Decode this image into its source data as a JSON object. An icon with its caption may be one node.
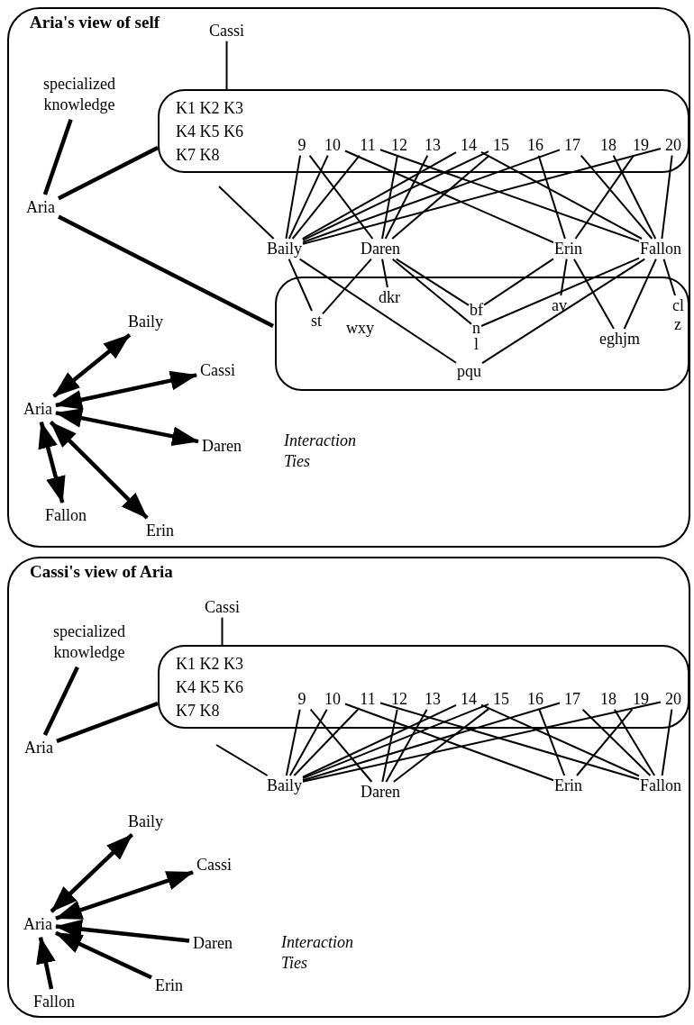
{
  "diagram": {
    "nodes": [
      {
        "text": [
          "Aria's view of self"
        ]
      },
      {
        "text": [
          "Cassi"
        ],
        "in": 0
      },
      {
        "text": [
          "specialized knowledge"
        ],
        "in": 0
      },
      {
        "text": [
          "K1 K2 K3 K4 K5 K6 K7 K8"
        ],
        "in": 0
      },
      {
        "text": [
          "9"
        ],
        "in": 3
      },
      {
        "text": [
          "10"
        ],
        "in": 3
      },
      {
        "text": [
          "11"
        ],
        "in": 3
      },
      {
        "text": [
          "12"
        ],
        "in": 3
      },
      {
        "text": [
          "13"
        ],
        "in": 3
      },
      {
        "text": [
          "14"
        ],
        "in": 3
      },
      {
        "text": [
          "15"
        ],
        "in": 3
      },
      {
        "text": [
          "16"
        ],
        "in": 3
      },
      {
        "text": [
          "17"
        ],
        "in": 3
      },
      {
        "text": [
          "18"
        ],
        "in": 3
      },
      {
        "text": [
          "19"
        ],
        "in": 3
      },
      {
        "text": [
          "20"
        ],
        "in": 3
      },
      {
        "text": [
          "Aria"
        ],
        "in": 0
      },
      {
        "text": [
          "Baily"
        ],
        "in": 0
      },
      {
        "text": [
          "Daren"
        ],
        "in": 0
      },
      {
        "text": [
          "Erin"
        ],
        "in": 0
      },
      {
        "text": [
          "Fallon"
        ],
        "in": 0
      },
      {
        "text": [],
        "shape": "box",
        "in": 0
      },
      {
        "text": [
          "st"
        ],
        "in": 21
      },
      {
        "text": [
          "dkr"
        ],
        "in": 21
      },
      {
        "text": [
          "wxy"
        ],
        "in": 21
      },
      {
        "text": [
          "bf"
        ],
        "in": 21
      },
      {
        "text": [
          "n"
        ],
        "in": 21
      },
      {
        "text": [
          "l"
        ],
        "in": 21
      },
      {
        "text": [
          "av"
        ],
        "in": 21
      },
      {
        "text": [
          "eghjm"
        ],
        "in": 21
      },
      {
        "text": [
          "cl"
        ],
        "in": 21
      },
      {
        "text": [
          "z"
        ],
        "in": 21
      },
      {
        "text": [
          "pqu"
        ],
        "in": 21
      },
      {
        "text": [
          "Aria"
        ],
        "in": 0
      },
      {
        "text": [
          "Baily"
        ],
        "in": 0
      },
      {
        "text": [
          "Cassi"
        ],
        "in": 0
      },
      {
        "text": [
          "Daren"
        ],
        "in": 0
      },
      {
        "text": [
          "Fallon"
        ],
        "in": 0
      },
      {
        "text": [
          "Erin"
        ],
        "in": 0
      },
      {
        "text": [
          "Cassi's view of Aria"
        ]
      },
      {
        "text": [
          "Cassi"
        ],
        "in": 39
      },
      {
        "text": [
          "specialized knowledge"
        ],
        "in": 39
      },
      {
        "text": [
          "K1 K2 K3 K4 K5 K6 K7 K8"
        ],
        "in": 39
      },
      {
        "text": [
          "9"
        ],
        "in": 42
      },
      {
        "text": [
          "10"
        ],
        "in": 42
      },
      {
        "text": [
          "11"
        ],
        "in": 42
      },
      {
        "text": [
          "12"
        ],
        "in": 42
      },
      {
        "text": [
          "13"
        ],
        "in": 42
      },
      {
        "text": [
          "14"
        ],
        "in": 42
      },
      {
        "text": [
          "15"
        ],
        "in": 42
      },
      {
        "text": [
          "16"
        ],
        "in": 42
      },
      {
        "text": [
          "17"
        ],
        "in": 42
      },
      {
        "text": [
          "18"
        ],
        "in": 42
      },
      {
        "text": [
          "19"
        ],
        "in": 42
      },
      {
        "text": [
          "20"
        ],
        "in": 42
      },
      {
        "text": [
          "Aria"
        ],
        "in": 39
      },
      {
        "text": [
          "Baily"
        ],
        "in": 39
      },
      {
        "text": [
          "Daren"
        ],
        "in": 39
      },
      {
        "text": [
          "Erin"
        ],
        "in": 39
      },
      {
        "text": [
          "Fallon"
        ],
        "in": 39
      },
      {
        "text": [
          "Aria"
        ],
        "in": 39
      },
      {
        "text": [
          "Baily"
        ],
        "in": 39
      },
      {
        "text": [
          "Cassi"
        ],
        "in": 39
      },
      {
        "text": [
          "Daren"
        ],
        "in": 39
      },
      {
        "text": [
          "Erin"
        ],
        "in": 39
      },
      {
        "text": [
          "Fallon"
        ],
        "in": 39
      }
    ],
    "edges": [
      {
        "from": 1,
        "to": 3,
        "arrow": "none"
      },
      {
        "from": 2,
        "to": 16,
        "arrow": "none",
        "style": "thick"
      },
      {
        "from": 16,
        "to": 3,
        "arrow": "none",
        "style": "thick"
      },
      {
        "from": 16,
        "to": 21,
        "arrow": "none",
        "style": "thick"
      },
      {
        "from": 3,
        "to": 17,
        "arrow": "none"
      },
      {
        "from": 4,
        "to": 17,
        "arrow": "none"
      },
      {
        "from": 4,
        "to": 18,
        "arrow": "none"
      },
      {
        "from": 5,
        "to": 17,
        "arrow": "none"
      },
      {
        "from": 5,
        "to": 19,
        "arrow": "none"
      },
      {
        "from": 6,
        "to": 17,
        "arrow": "none"
      },
      {
        "from": 6,
        "to": 20,
        "arrow": "none"
      },
      {
        "from": 7,
        "to": 18,
        "arrow": "none"
      },
      {
        "from": 8,
        "to": 18,
        "arrow": "none"
      },
      {
        "from": 9,
        "to": 17,
        "arrow": "none"
      },
      {
        "from": 9,
        "to": 20,
        "arrow": "none"
      },
      {
        "from": 10,
        "to": 17,
        "arrow": "none"
      },
      {
        "from": 10,
        "to": 18,
        "arrow": "none"
      },
      {
        "from": 11,
        "to": 19,
        "arrow": "none"
      },
      {
        "from": 12,
        "to": 17,
        "arrow": "none"
      },
      {
        "from": 12,
        "to": 20,
        "arrow": "none"
      },
      {
        "from": 13,
        "to": 20,
        "arrow": "none"
      },
      {
        "from": 14,
        "to": 19,
        "arrow": "none"
      },
      {
        "from": 15,
        "to": 17,
        "arrow": "none"
      },
      {
        "from": 15,
        "to": 20,
        "arrow": "none"
      },
      {
        "from": 17,
        "to": 22,
        "arrow": "none"
      },
      {
        "from": 18,
        "to": 22,
        "arrow": "none"
      },
      {
        "from": 18,
        "to": 23,
        "arrow": "none"
      },
      {
        "from": 18,
        "to": 25,
        "arrow": "none"
      },
      {
        "from": 18,
        "to": 26,
        "arrow": "none"
      },
      {
        "from": 19,
        "to": 25,
        "arrow": "none"
      },
      {
        "from": 19,
        "to": 28,
        "arrow": "none"
      },
      {
        "from": 19,
        "to": 29,
        "arrow": "none"
      },
      {
        "from": 20,
        "to": 29,
        "arrow": "none"
      },
      {
        "from": 20,
        "to": 26,
        "arrow": "none"
      },
      {
        "from": 20,
        "to": 32,
        "arrow": "none"
      },
      {
        "from": 20,
        "to": 30,
        "arrow": "none"
      },
      {
        "from": 17,
        "to": 32,
        "arrow": "none"
      },
      {
        "from": 33,
        "to": 34,
        "arrow": "both",
        "style": "thick"
      },
      {
        "from": 33,
        "to": 35,
        "arrow": "both",
        "style": "thick"
      },
      {
        "from": 33,
        "to": 36,
        "arrow": "both",
        "style": "thick"
      },
      {
        "from": 33,
        "to": 37,
        "arrow": "both",
        "style": "thick"
      },
      {
        "from": 33,
        "to": 38,
        "arrow": "both",
        "style": "thick"
      },
      {
        "from": 40,
        "to": 42,
        "arrow": "none"
      },
      {
        "from": 41,
        "to": 55,
        "arrow": "none",
        "style": "thick"
      },
      {
        "from": 55,
        "to": 42,
        "arrow": "none",
        "style": "thick"
      },
      {
        "from": 42,
        "to": 56,
        "arrow": "none"
      },
      {
        "from": 43,
        "to": 56,
        "arrow": "none"
      },
      {
        "from": 43,
        "to": 57,
        "arrow": "none"
      },
      {
        "from": 44,
        "to": 56,
        "arrow": "none"
      },
      {
        "from": 44,
        "to": 58,
        "arrow": "none"
      },
      {
        "from": 45,
        "to": 56,
        "arrow": "none"
      },
      {
        "from": 45,
        "to": 59,
        "arrow": "none"
      },
      {
        "from": 46,
        "to": 57,
        "arrow": "none"
      },
      {
        "from": 47,
        "to": 57,
        "arrow": "none"
      },
      {
        "from": 48,
        "to": 56,
        "arrow": "none"
      },
      {
        "from": 48,
        "to": 59,
        "arrow": "none"
      },
      {
        "from": 49,
        "to": 56,
        "arrow": "none"
      },
      {
        "from": 49,
        "to": 57,
        "arrow": "none"
      },
      {
        "from": 50,
        "to": 58,
        "arrow": "none"
      },
      {
        "from": 51,
        "to": 56,
        "arrow": "none"
      },
      {
        "from": 51,
        "to": 59,
        "arrow": "none"
      },
      {
        "from": 52,
        "to": 59,
        "arrow": "none"
      },
      {
        "from": 53,
        "to": 58,
        "arrow": "none"
      },
      {
        "from": 54,
        "to": 56,
        "arrow": "none"
      },
      {
        "from": 54,
        "to": 59,
        "arrow": "none"
      },
      {
        "from": 60,
        "to": 61,
        "arrow": "both",
        "style": "thick"
      },
      {
        "from": 60,
        "to": 62,
        "arrow": "both",
        "style": "thick"
      },
      {
        "from": 63,
        "to": 60,
        "arrow": "to",
        "style": "thick"
      },
      {
        "from": 64,
        "to": 60,
        "arrow": "to",
        "style": "thick"
      },
      {
        "from": 65,
        "to": 60,
        "arrow": "to",
        "style": "thick"
      }
    ],
    "labels": [
      "Interaction Ties",
      "Interaction Ties"
    ]
  }
}
